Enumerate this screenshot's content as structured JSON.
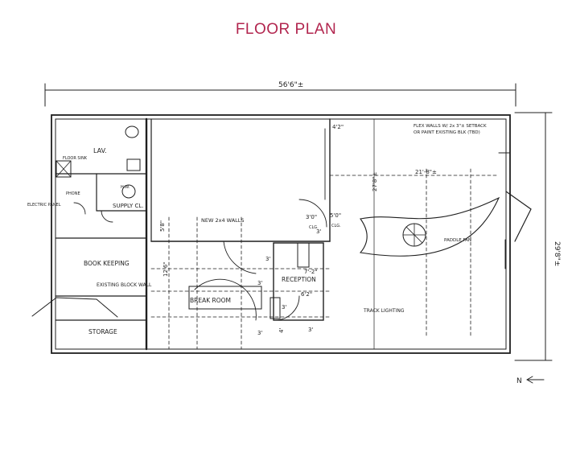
{
  "page": {
    "title": "FLOOR PLAN",
    "title_color": "#b2264f",
    "ink_color": "#1f1f1f"
  },
  "dimensions": {
    "overall_width": "56'6\"±",
    "overall_depth": "29'8\"±",
    "dim_4_2": "4'2\"",
    "dim_27_8": "27'8\"±",
    "dim_21_8": "21'-8\"±",
    "dim_5_0": "5'0\"",
    "dim_3_0": "3'0\"",
    "dim_12_6": "12'6\"",
    "dim_6_2": "6'2\"",
    "dim_3_a": "3'",
    "dim_3_b": "3'",
    "dim_5_8": "5'8\"",
    "dim_3_c": "3'",
    "dim_7_2": "7'-2\"",
    "dim_4_0": "4'",
    "dim_3_d": "3'",
    "dim_3_e": "3'",
    "dim_3_f": "3'"
  },
  "rooms": {
    "lav": "LAV.",
    "supply": "SUPPLY CL.",
    "bookkeeping": "BOOK KEEPING",
    "storage": "STORAGE",
    "reception": "RECEPTION",
    "break_room": "BREAK ROOM"
  },
  "notes": {
    "floor_sink": "FLOOR SINK",
    "phone": "PHONE",
    "hw": "H.W.",
    "electric_panel": "ELECTRIC PANEL",
    "new_wall": "NEW 2x4 WALLS",
    "existing_wall": "EXISTING BLOCK WALL",
    "flex_walls_1": "FLEX WALLS W/ 2x 3\"± SETBACK",
    "flex_walls_2": "OR PAINT EXISTING BLK (TBD)",
    "track_lighting": "TRACK LIGHTING",
    "paddle_fan": "PADDLE FAN",
    "clg_a": "CLG.",
    "clg_b": "CLG.",
    "north": "N"
  }
}
